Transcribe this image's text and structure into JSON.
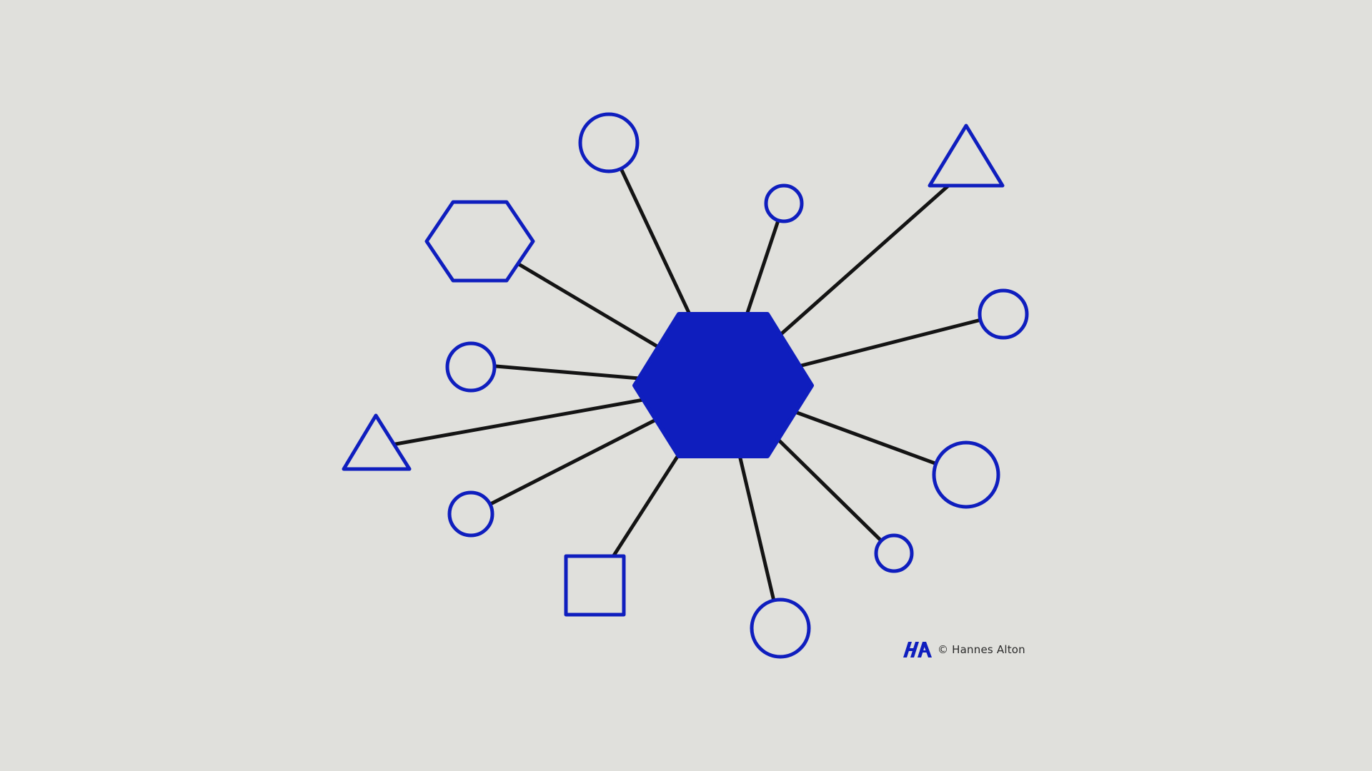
{
  "colors": {
    "background": "#E0E0DC",
    "accent": "#0F1EBE",
    "connector": "#141414"
  },
  "diagram": {
    "center": {
      "shape": "hexagon",
      "filled": true
    },
    "nodes": [
      {
        "id": "circle-top",
        "shape": "circle"
      },
      {
        "id": "circle-small-top",
        "shape": "circle"
      },
      {
        "id": "triangle-top-right",
        "shape": "triangle"
      },
      {
        "id": "circle-right",
        "shape": "circle"
      },
      {
        "id": "circle-large-right",
        "shape": "circle"
      },
      {
        "id": "circle-small-bottom-right",
        "shape": "circle"
      },
      {
        "id": "circle-bottom",
        "shape": "circle"
      },
      {
        "id": "square-bottom-left",
        "shape": "square"
      },
      {
        "id": "circle-lower-left",
        "shape": "circle"
      },
      {
        "id": "triangle-left",
        "shape": "triangle"
      },
      {
        "id": "circle-left",
        "shape": "circle"
      },
      {
        "id": "hexagon-top-left",
        "shape": "hexagon"
      }
    ]
  },
  "credit": {
    "logo_icon": "ha-monogram-logo",
    "text": "© Hannes Alton"
  }
}
